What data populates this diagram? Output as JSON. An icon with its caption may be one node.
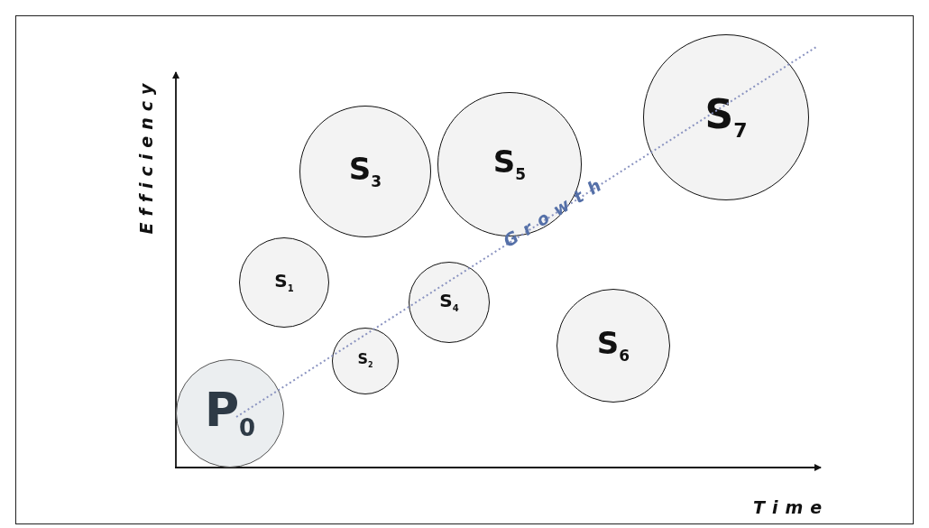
{
  "diagram": {
    "nodes": [
      {
        "text": [
          "P$_{0}$"
        ]
      },
      {
        "text": [
          "S$_{1}$"
        ]
      },
      {
        "text": [
          "S$_{2}$"
        ]
      },
      {
        "text": [
          "S$_{3}$"
        ]
      },
      {
        "text": [
          "S$_{4}$"
        ]
      },
      {
        "text": [
          "S$_{5}$"
        ]
      },
      {
        "text": [
          "S$_{6}$"
        ]
      },
      {
        "text": [
          "S$_{7}$"
        ]
      }
    ],
    "labels": [
      "Efficiency",
      "Growth",
      "Time"
    ]
  }
}
